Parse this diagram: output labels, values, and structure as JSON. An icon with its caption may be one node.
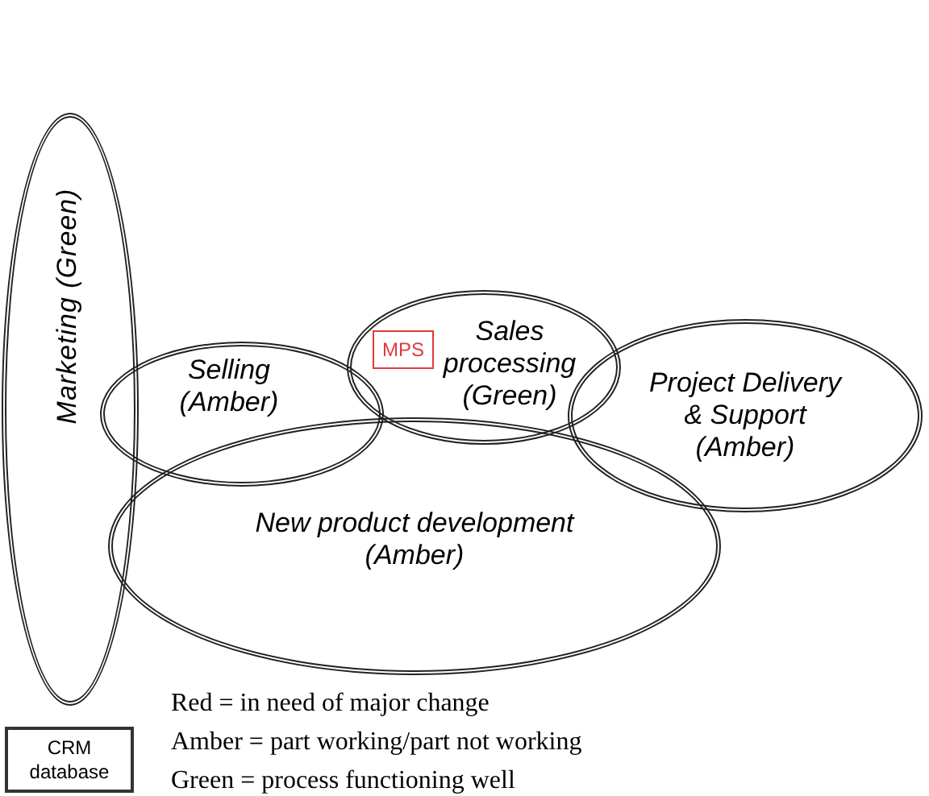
{
  "diagram": {
    "nodes": [
      {
        "text": [
          "Marketing (Green)"
        ]
      },
      {
        "text": [
          "Selling (Amber)"
        ]
      },
      {
        "text": [
          "Sales processing (Green)"
        ]
      },
      {
        "text": [
          "MPS"
        ],
        "in": 2
      },
      {
        "text": [
          "Project Delivery & Support (Amber)"
        ]
      },
      {
        "text": [
          "New product development (Amber)"
        ]
      },
      {
        "text": [
          "CRM database"
        ]
      }
    ],
    "labels": [
      "Red = in need of major change",
      "Amber = part working/part not working",
      "Green = process functioning well"
    ]
  }
}
